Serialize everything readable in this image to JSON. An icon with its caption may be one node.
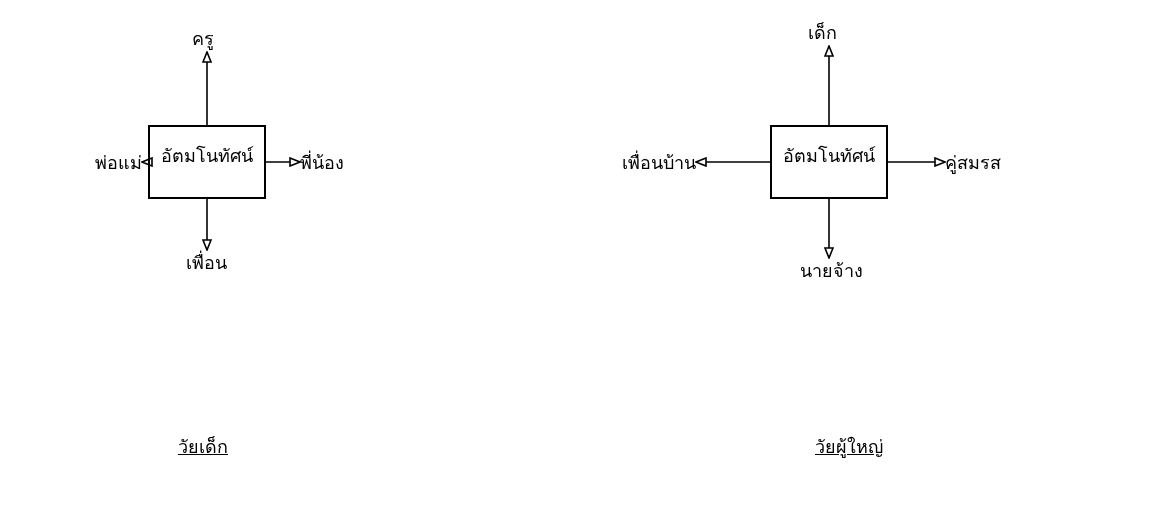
{
  "diagram": {
    "nodes": [
      {
        "text": [
          "อัตมโนทัศน์"
        ]
      },
      {
        "text": [
          "ครู"
        ]
      },
      {
        "text": [
          "พ่อแม่"
        ]
      },
      {
        "text": [
          "พี่น้อง"
        ]
      },
      {
        "text": [
          "เพื่อน"
        ]
      },
      {
        "text": [
          "อัตมโนทัศน์"
        ]
      },
      {
        "text": [
          "เด็ก"
        ]
      },
      {
        "text": [
          "เพื่อนบ้าน"
        ]
      },
      {
        "text": [
          "คู่สมรส"
        ]
      },
      {
        "text": [
          "นายจ้าง"
        ]
      }
    ],
    "edges": [
      {
        "from": 0,
        "to": 1,
        "arrow": "to"
      },
      {
        "from": 0,
        "to": 2,
        "arrow": "to"
      },
      {
        "from": 0,
        "to": 3,
        "arrow": "to"
      },
      {
        "from": 0,
        "to": 4,
        "arrow": "to"
      },
      {
        "from": 5,
        "to": 6,
        "arrow": "to"
      },
      {
        "from": 5,
        "to": 7,
        "arrow": "to"
      },
      {
        "from": 5,
        "to": 8,
        "arrow": "to"
      },
      {
        "from": 5,
        "to": 9,
        "arrow": "to"
      }
    ],
    "labels": [
      "วัยเด็ก",
      "วัยผู้ใหญ่"
    ]
  }
}
